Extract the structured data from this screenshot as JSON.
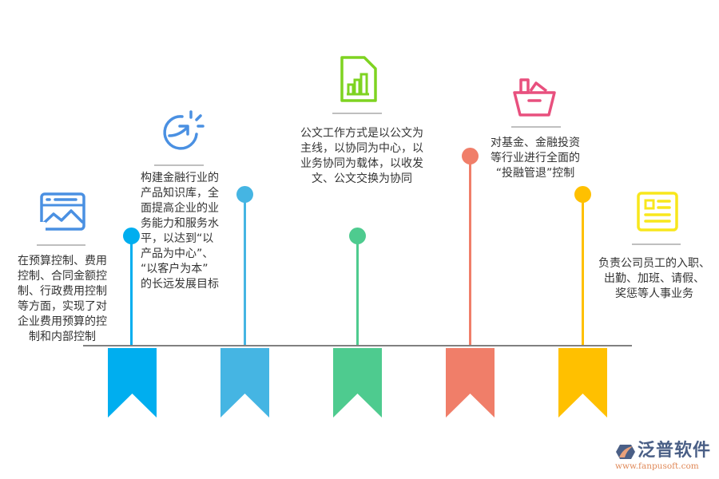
{
  "items": [
    {
      "id": "budget-control",
      "icon": "chart-window-icon",
      "color": "#00aeef",
      "icon_color": "#4a90e2",
      "text": "在预算控制、费用\n控制、合同金额控\n制、行政费用控制\n等方面，实现了对\n企业费用预算的控\n制和内部控制"
    },
    {
      "id": "knowledge-base",
      "icon": "growth-arrow-icon",
      "color": "#45b5e3",
      "icon_color": "#4a90e2",
      "text": "构建金融行业的\n产品知识库，全\n面提高企业的业\n务能力和服务水\n平，以达到“以\n产品为中心”、\n“以客户为本”\n的长远发展目标"
    },
    {
      "id": "document-workflow",
      "icon": "document-chart-icon",
      "color": "#4ecb8f",
      "icon_color": "#7ed321",
      "text": "公文工作方式是以公文为\n主线，以协同为中心，以\n业务协同为载体，以收发\n文、公文交换为协同"
    },
    {
      "id": "investment-control",
      "icon": "basket-icon",
      "color": "#f07e69",
      "icon_color": "#e8507e",
      "text": "对基金、金融投资\n等行业进行全面的\n“投融管退”控制"
    },
    {
      "id": "hr-management",
      "icon": "profile-card-icon",
      "color": "#ffc000",
      "icon_color": "#f8e71c",
      "text": "负责公司员工的入职、\n出勤、加班、请假、\n奖惩等人事业务"
    }
  ],
  "colors": {
    "divider": "#bfbfbf",
    "baseline": "#808080",
    "text": "#333333"
  },
  "logo": {
    "name": "泛普软件",
    "url": "www.fanpusoft.com"
  }
}
